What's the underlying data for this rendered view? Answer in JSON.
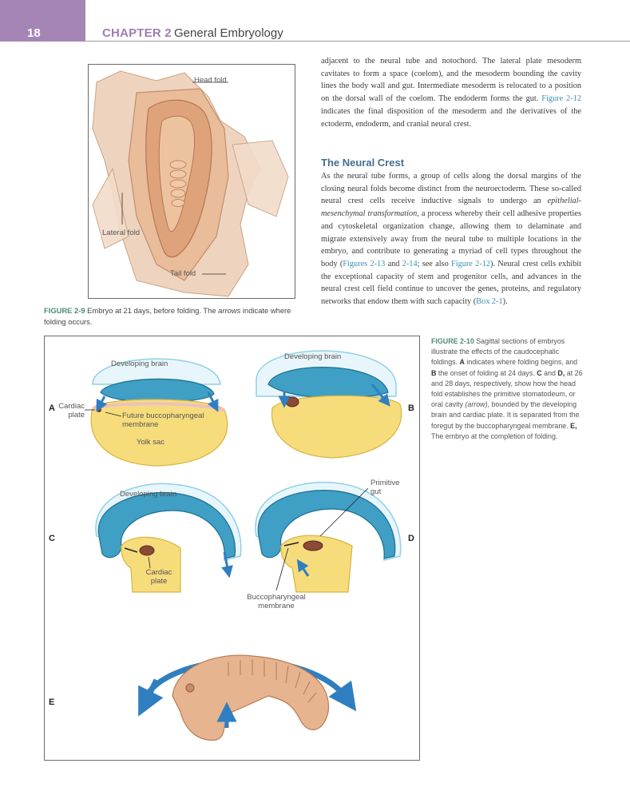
{
  "header": {
    "page_number": "18",
    "chapter_label": "CHAPTER 2",
    "chapter_title": "General Embryology"
  },
  "figure9": {
    "labels": {
      "head_fold": "Head fold",
      "lateral_fold": "Lateral fold",
      "tail_fold": "Tail fold"
    },
    "caption_label": "FIGURE 2-9",
    "caption_a": " Embryo at 21 days, before folding. The ",
    "caption_em": "arrows",
    "caption_b": " indicate where folding occurs."
  },
  "body_text": {
    "para1_a": "adjacent to the neural tube and notochord. The lateral plate mesoderm cavitates to form a space (coelom), and the mesoderm bounding the cavity lines the body wall and gut. Intermediate mesoderm is relocated to a position on the dorsal wall of the coelom. The endoderm forms the gut. ",
    "para1_link": "Figure 2-12",
    "para1_b": " indicates the final disposition of the mesoderm and the derivatives of the ectoderm, endoderm, and cranial neural crest.",
    "section_heading": "The Neural Crest",
    "para2_a": "As the neural tube forms, a group of cells along the dorsal margins of the closing neural folds become distinct from the neuroectoderm. These so-called neural crest cells receive inductive signals to undergo an ",
    "para2_em": "epithelial-mesenchymal transformation",
    "para2_b": ", a process whereby their cell adhesive properties and cytoskeletal organization change, allowing them to delaminate and migrate extensively away from the neural tube to multiple locations in the embryo, and contribute to generating a myriad of cell types throughout the body (",
    "para2_link1": "Figures 2-13",
    "para2_and": " and ",
    "para2_link2": "2-14",
    "para2_c": "; see also ",
    "para2_link3": "Figure 2-12",
    "para2_d": "). Neural crest cells exhibit the exceptional capacity of stem and progenitor cells, and advances in the neural crest cell field continue to uncover the genes, proteins, and regulatory networks that endow them with such capacity (",
    "para2_link4": "Box 2-1",
    "para2_e": ")."
  },
  "figure10": {
    "panel_letters": [
      "A",
      "B",
      "C",
      "D",
      "E"
    ],
    "labels": {
      "developing_brain_a": "Developing brain",
      "developing_brain_b": "Developing brain",
      "developing_brain_c": "Developing brain",
      "cardiac_plate_a": "Cardiac plate",
      "future_bucco": "Future buccopharyngeal membrane",
      "yolk_sac": "Yolk sac",
      "primitive_gut": "Primitive gut",
      "cardiac_plate_c": "Cardiac plate",
      "bucco_d": "Buccopharyngeal membrane"
    },
    "caption_label": "FIGURE 2-10",
    "caption_1": " Sagittal sections of embryos illustrate the effects of the caudocephalic foldings. ",
    "caption_A": "A",
    "caption_2": " indicates where folding begins, and ",
    "caption_B": "B",
    "caption_3": " the onset of folding at 24 days. ",
    "caption_CD": "C",
    "caption_and": " and ",
    "caption_D": "D,",
    "caption_4": " at 26 and 28 days, respectively, show how the head fold establishes the primitive stomatodeum, or oral cavity ",
    "caption_arrow": "(arrow),",
    "caption_5": " bounded by the developing brain and cardiac plate. It is separated from the foregut by the buccopharyngeal membrane. ",
    "caption_E": "E,",
    "caption_6": " The embryo at the completion of folding."
  },
  "colors": {
    "header_band": "#a585b6",
    "figure_label": "#4f8a78",
    "link": "#3b8fb6",
    "ectoderm_blue": "#3f9fc4",
    "yolk": "#f3d166",
    "embryo_tan": "#e6b48f"
  }
}
